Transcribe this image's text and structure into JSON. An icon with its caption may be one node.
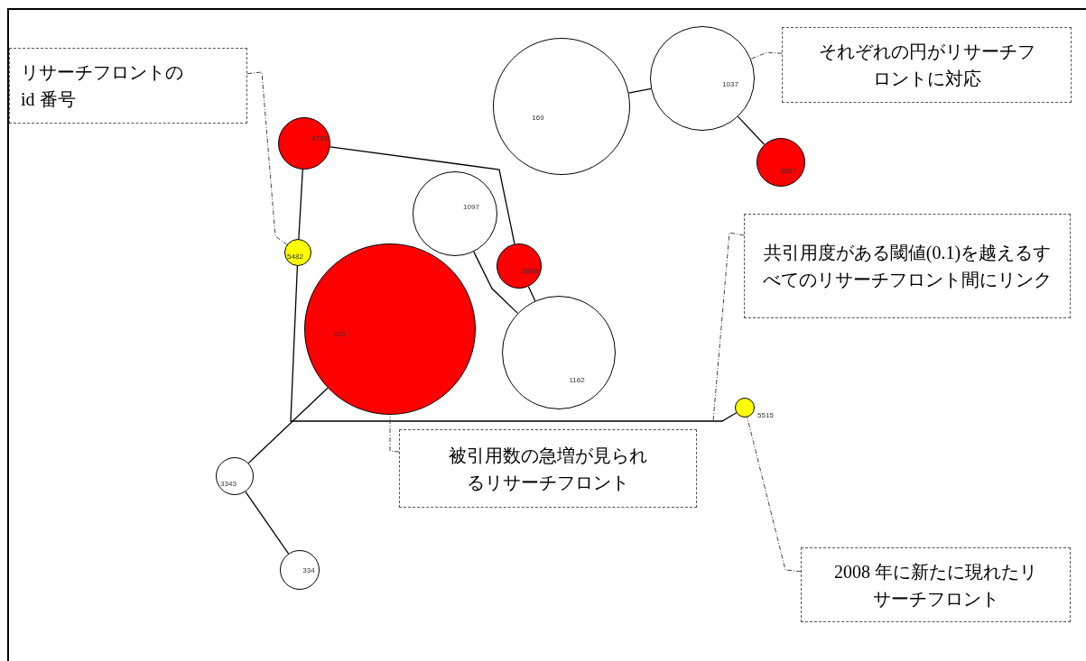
{
  "diagram": {
    "nodes": [
      {
        "text": [
          "リサーチフロントのid 番号"
        ]
      },
      {
        "text": [
          "169"
        ]
      },
      {
        "text": [
          "1037"
        ]
      },
      {
        "text": [
          "それぞれの円がリサーチフロントに対応"
        ]
      },
      {
        "text": [
          "4723"
        ]
      },
      {
        "text": [
          "3857"
        ]
      },
      {
        "text": [
          "1097"
        ]
      },
      {
        "text": [
          "共引用度がある閾値(0.1)を越えるすべてのリサーチフロント間にリンク"
        ]
      },
      {
        "text": [
          "5482"
        ]
      },
      {
        "text": [
          "3898"
        ]
      },
      {
        "text": [
          "621"
        ]
      },
      {
        "text": [
          "1162"
        ]
      },
      {
        "text": [],
        "shape": "circle",
        "beside": [
          "5515"
        ]
      },
      {
        "text": [
          "被引用数の急増が見られるリサーチフロント"
        ]
      },
      {
        "text": [
          "3343"
        ]
      },
      {
        "text": [
          "2008 年に新たに現れたリサーチフロント"
        ]
      },
      {
        "text": [
          "334"
        ]
      }
    ],
    "edges": [
      {
        "from": 1,
        "to": 2,
        "arrow": "none"
      },
      {
        "from": 2,
        "to": 5,
        "arrow": "none"
      },
      {
        "from": 4,
        "to": 8,
        "arrow": "none"
      },
      {
        "from": 4,
        "to": 9,
        "arrow": "none"
      },
      {
        "from": 9,
        "to": 11,
        "arrow": "none"
      },
      {
        "from": 6,
        "to": 11,
        "arrow": "none"
      },
      {
        "from": 8,
        "to": 12,
        "arrow": "none"
      },
      {
        "from": 10,
        "to": 14,
        "arrow": "none"
      },
      {
        "from": 14,
        "to": 16,
        "arrow": "none"
      },
      {
        "from": 0,
        "to": 8,
        "arrow": "none",
        "style": "dashed"
      },
      {
        "from": 3,
        "to": 2,
        "arrow": "none",
        "style": "dashed"
      },
      {
        "from": 7,
        "to": null,
        "arrow": "none",
        "style": "dashed"
      },
      {
        "from": 13,
        "to": 10,
        "arrow": "none",
        "style": "dashed"
      },
      {
        "from": 15,
        "to": 12,
        "arrow": "none",
        "style": "dashed"
      }
    ]
  }
}
